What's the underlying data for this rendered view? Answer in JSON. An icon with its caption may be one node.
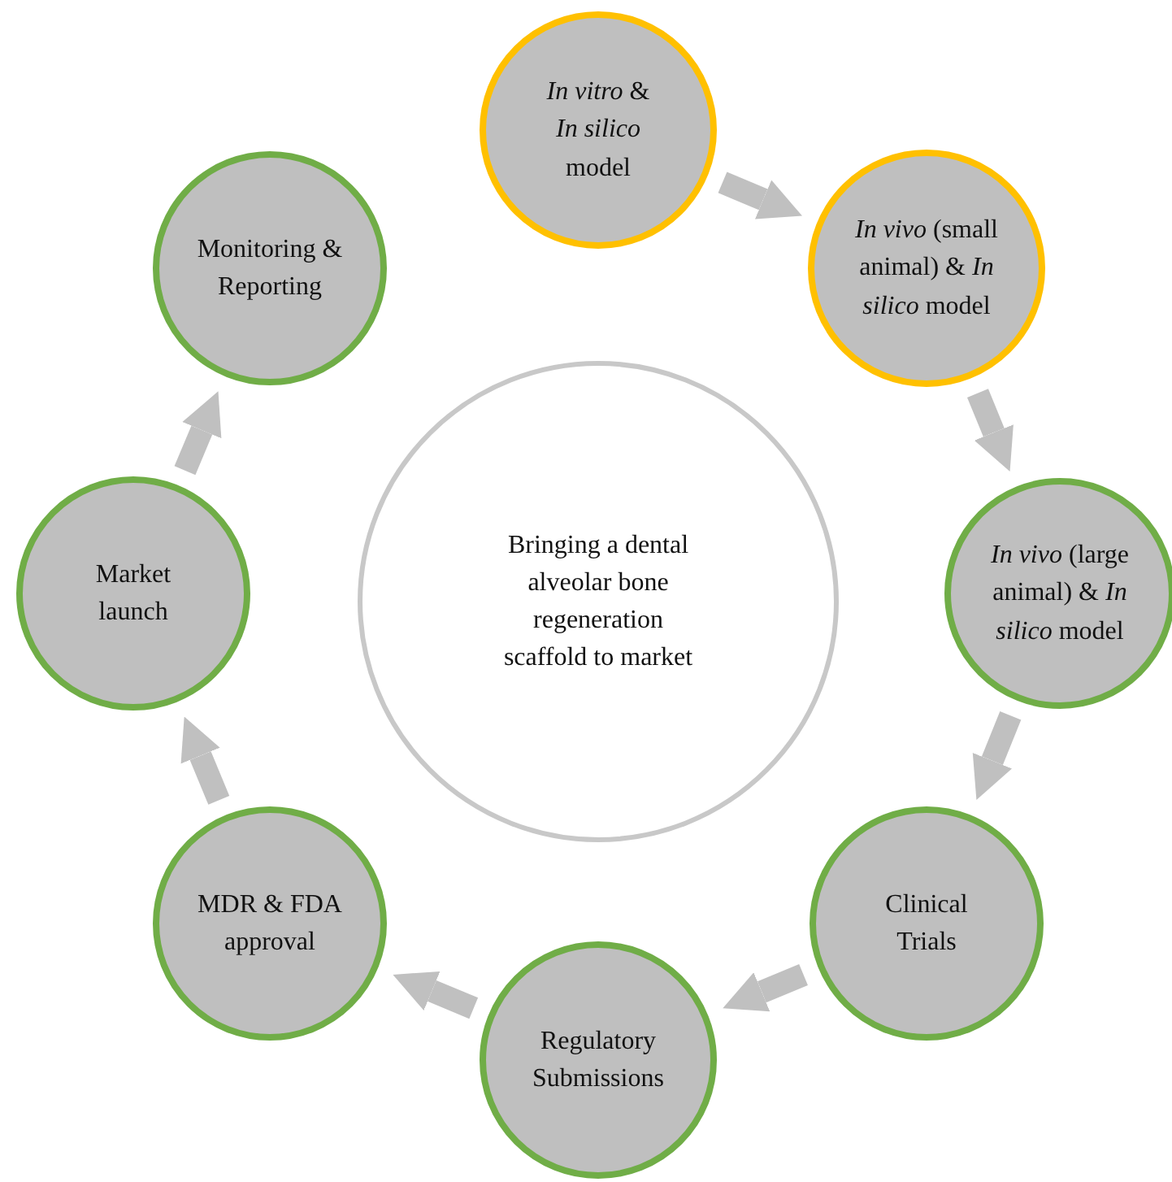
{
  "diagram": {
    "nodes": [
      {
        "text": [
          "Bringing a dental alveolar bone regeneration scaffold to market"
        ]
      },
      {
        "text": [
          "*In vitro* & *In silico* model"
        ]
      },
      {
        "text": [
          "*In vivo* (small animal) & *In silico* model"
        ]
      },
      {
        "text": [
          "*In vivo* (large animal) & *In silico* model"
        ]
      },
      {
        "text": [
          "Clinical Trials"
        ]
      },
      {
        "text": [
          "Regulatory Submissions"
        ]
      },
      {
        "text": [
          "MDR & FDA approval"
        ]
      },
      {
        "text": [
          "Market launch"
        ]
      },
      {
        "text": [
          "Monitoring & Reporting"
        ]
      }
    ],
    "edges": [
      {
        "from": 1,
        "to": 2,
        "arrow": "to"
      },
      {
        "from": 2,
        "to": 3,
        "arrow": "to"
      },
      {
        "from": 3,
        "to": 4,
        "arrow": "to"
      },
      {
        "from": 4,
        "to": 5,
        "arrow": "to"
      },
      {
        "from": 5,
        "to": 6,
        "arrow": "to"
      },
      {
        "from": 6,
        "to": 7,
        "arrow": "to"
      },
      {
        "from": 7,
        "to": 8,
        "arrow": "to"
      }
    ]
  }
}
